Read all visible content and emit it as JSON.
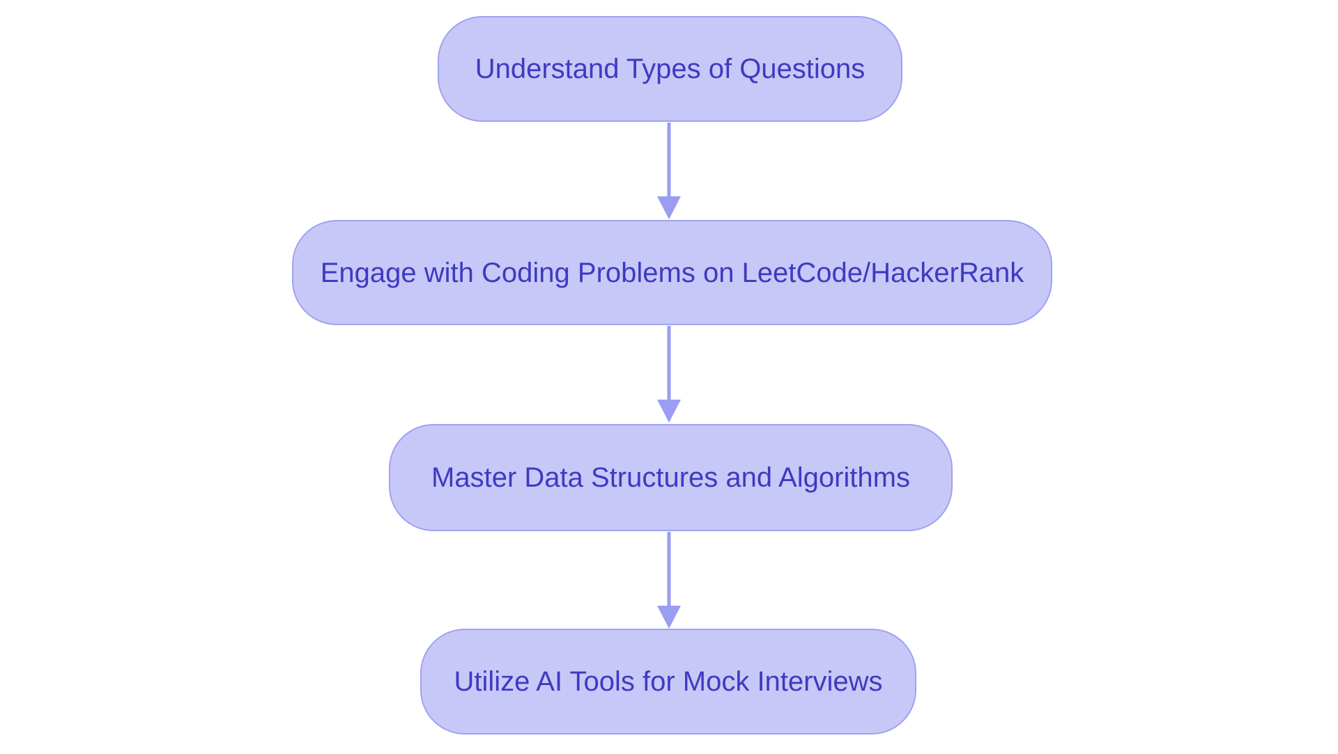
{
  "diagram": {
    "type": "flowchart",
    "direction": "top-down",
    "colors": {
      "background": "#ffffff",
      "node_fill": "#c7c8f8",
      "node_border": "#9fa2ee",
      "node_text": "#3e3ac1",
      "arrow": "#9a9df2"
    },
    "nodes": [
      {
        "id": "step-1",
        "label": "Understand Types of Questions"
      },
      {
        "id": "step-2",
        "label": "Engage with Coding Problems on LeetCode/HackerRank"
      },
      {
        "id": "step-3",
        "label": "Master Data Structures and Algorithms"
      },
      {
        "id": "step-4",
        "label": "Utilize AI Tools for Mock Interviews"
      }
    ],
    "edges": [
      {
        "from": "step-1",
        "to": "step-2"
      },
      {
        "from": "step-2",
        "to": "step-3"
      },
      {
        "from": "step-3",
        "to": "step-4"
      }
    ]
  }
}
